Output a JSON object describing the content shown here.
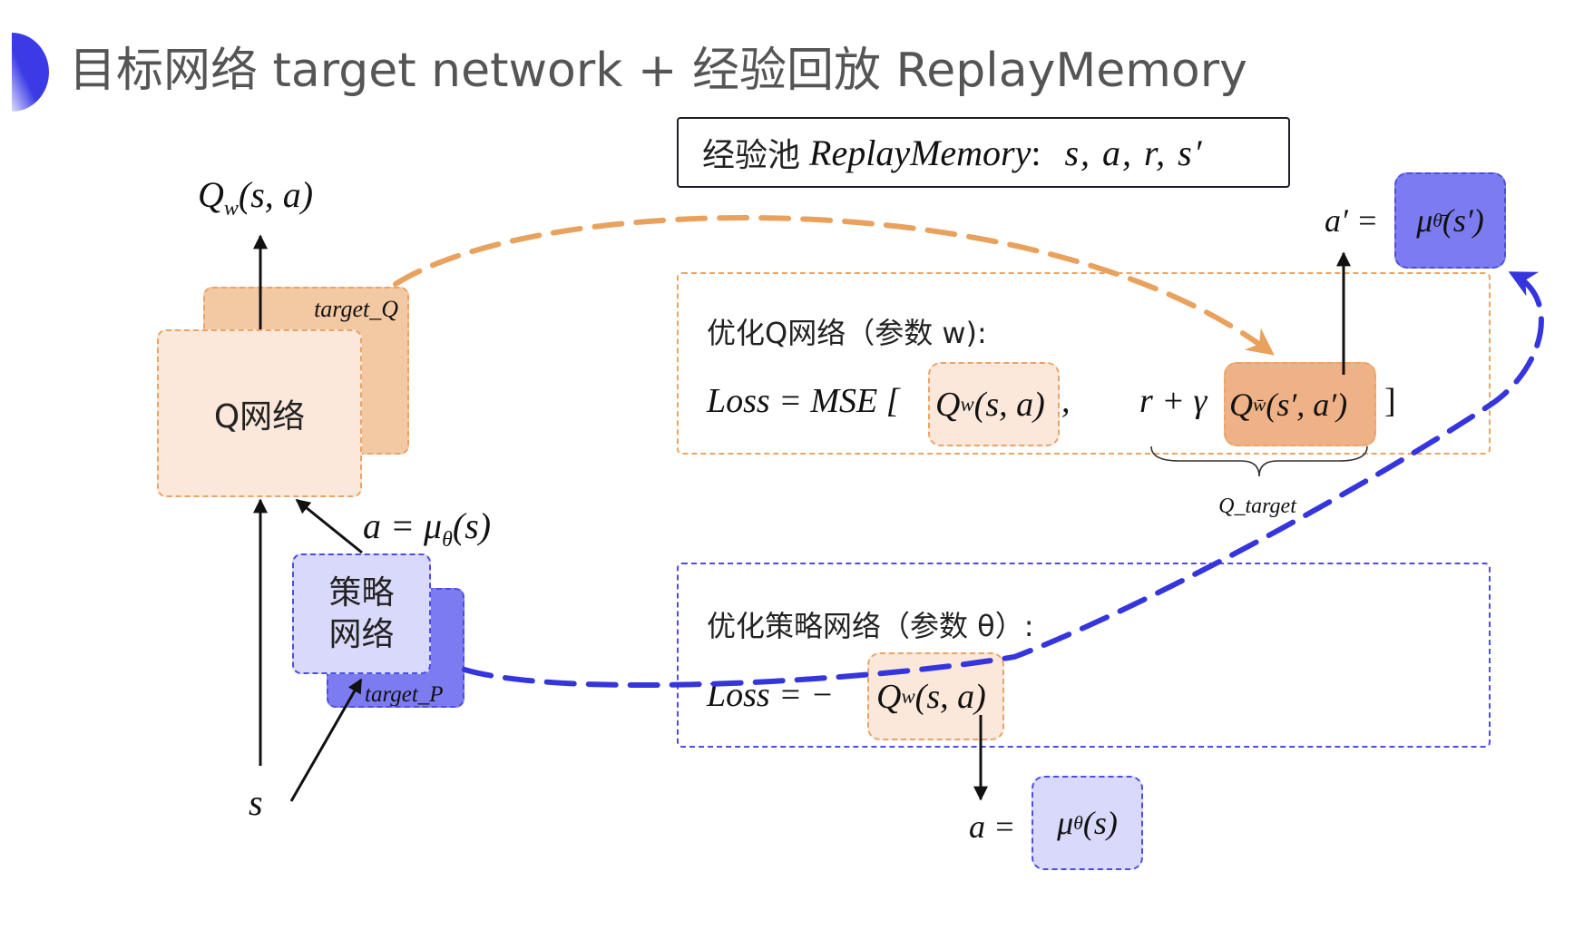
{
  "title": "目标网络 target network + 经验回放 ReplayMemory",
  "replay_box": {
    "zh": "经验池",
    "name": "ReplayMemory",
    "colon": ":",
    "tuple": "s, a, r, s′"
  },
  "left": {
    "q_output": {
      "base": "Q",
      "sub": "w",
      "args": "(s, a)"
    },
    "target_q_label": "target_Q",
    "q_network": "Q网络",
    "policy_output": {
      "lhs": "a = ",
      "base": "μ",
      "sub": "θ",
      "args": "(s)"
    },
    "policy_network": [
      "策略",
      "网络"
    ],
    "target_p_label": "target_P",
    "state": "s"
  },
  "q_opt": {
    "heading": "优化Q网络（参数 w):",
    "loss_lhs": "Loss = MSE [",
    "q_term": {
      "base": "Q",
      "sub": "w",
      "args": "(s, a)"
    },
    "comma": ",",
    "r_gamma": "r + γ",
    "q_target_term": {
      "base": "Q",
      "sub": "w̄",
      "args": "(s′, a′)"
    },
    "close": "]",
    "brace_label": "Q_target"
  },
  "next_action": {
    "lhs": "a′ =",
    "base": "μ",
    "sub": "θ̄",
    "args": "(s′)"
  },
  "policy_opt": {
    "heading": "优化策略网络（参数 θ）:",
    "loss_lhs": "Loss = −",
    "q_term": {
      "base": "Q",
      "sub": "w",
      "args": "(s, a)"
    }
  },
  "policy_action": {
    "lhs": "a =",
    "base": "μ",
    "sub": "θ",
    "args": "(s)"
  },
  "colors": {
    "orange-dash": "#e9a468",
    "orange-light": "#fce8da",
    "orange-mid": "#f3c9a4",
    "orange-strong": "#efb286",
    "blue-dash": "#4d4de0",
    "lavender": "#d9d9fb",
    "violet": "#7c7cf0",
    "curve-blue": "#3535dd",
    "curve-orange": "#e9a25e",
    "title-gray": "#555555",
    "icon-blue": "#3b3be6"
  }
}
